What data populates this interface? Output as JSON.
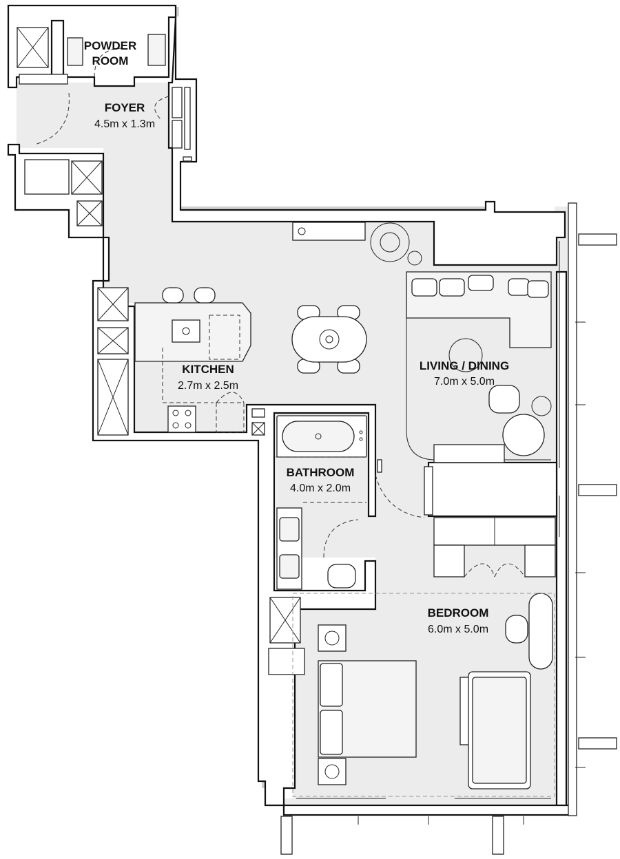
{
  "rooms": {
    "powder_room": {
      "name_line1": "POWDER",
      "name_line2": "ROOM"
    },
    "foyer": {
      "name": "FOYER",
      "dimensions": "4.5m x 1.3m"
    },
    "kitchen": {
      "name": "KITCHEN",
      "dimensions": "2.7m x 2.5m"
    },
    "living_dining": {
      "name": "LIVING / DINING",
      "dimensions": "7.0m x 5.0m"
    },
    "bathroom": {
      "name": "BATHROOM",
      "dimensions": "4.0m x 2.0m"
    },
    "bedroom": {
      "name": "BEDROOM",
      "dimensions": "6.0m x 5.0m"
    }
  },
  "colors": {
    "floor": "#ececec",
    "wall_line": "#111111",
    "background": "#ffffff"
  }
}
